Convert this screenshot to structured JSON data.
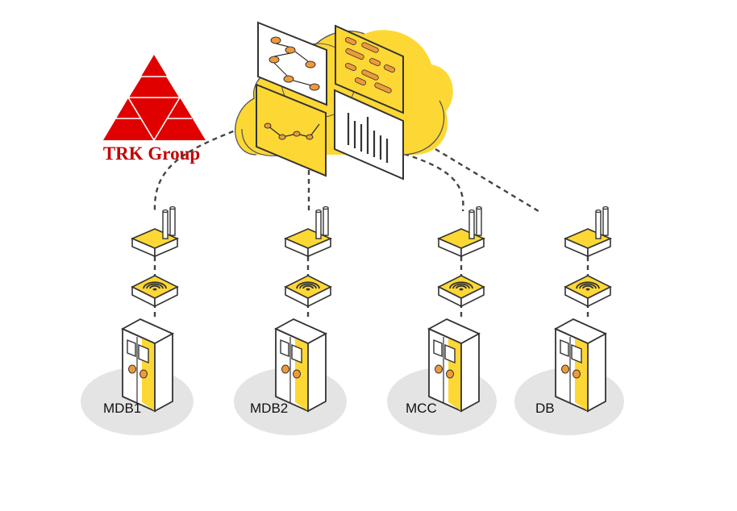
{
  "brand": {
    "name": "TRK Group",
    "logo_color": "#e00000"
  },
  "colors": {
    "accent": "#fdd835",
    "panel_shadow": "#fbe99a",
    "orange": "#ef9a3a",
    "line": "#444444",
    "floor": "#e4e4e4"
  },
  "icons": [
    "triangle-logo-icon",
    "cloud-icon",
    "dashboard-panel-icon",
    "router-icon",
    "wifi-icon",
    "panel-board-icon"
  ],
  "nodes": [
    {
      "id": "mdb1",
      "label": "MDB1"
    },
    {
      "id": "mdb2",
      "label": "MDB2"
    },
    {
      "id": "mcc",
      "label": "MCC"
    },
    {
      "id": "db",
      "label": "DB"
    }
  ]
}
